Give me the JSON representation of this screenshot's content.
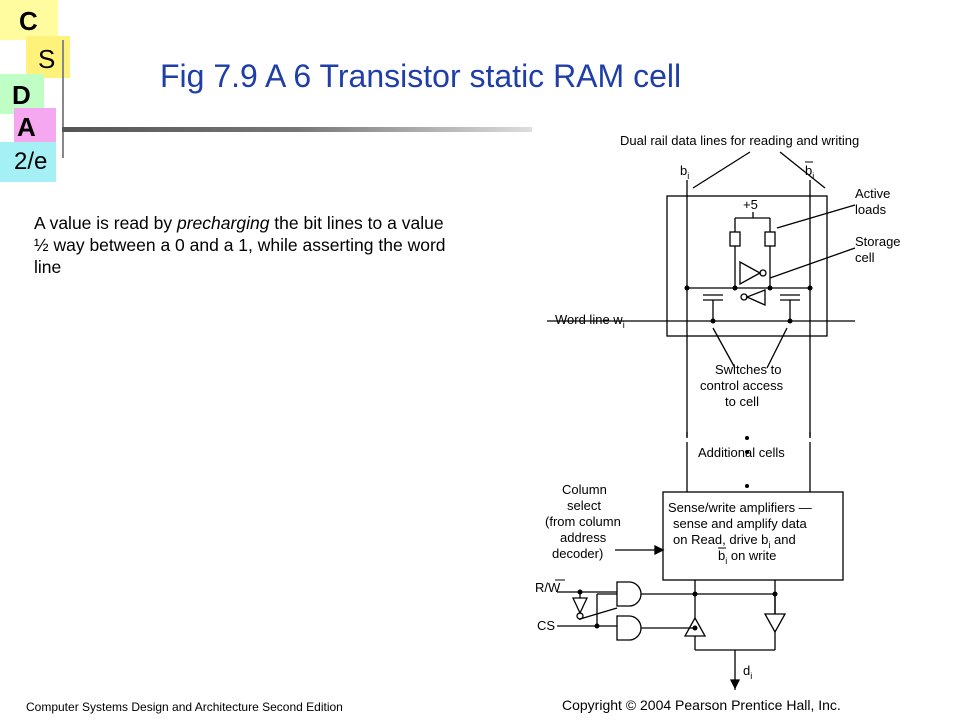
{
  "logo": {
    "letters": [
      "C",
      "S",
      "D",
      "A",
      "2/e"
    ],
    "colors": {
      "c": "#fffca0",
      "s": "#fff27a",
      "d": "#bfffc5",
      "a": "#f5a8f0",
      "e": "#a4f0f5"
    }
  },
  "slide": {
    "title": "Fig 7.9  A 6 Transistor static RAM cell",
    "title_color": "#1f3ea8",
    "body_pre": "A value is read by ",
    "body_em": "precharging",
    "body_post": "  the bit lines to a value ½ way between a 0 and a 1, while asserting the word line",
    "footer": "Computer Systems Design and Architecture Second Edition"
  },
  "diagram": {
    "top_label": "Dual rail data lines for reading and writing",
    "bit_b": "b",
    "bit_sub": "i",
    "plus5": "+5",
    "active_loads": [
      "Active",
      "loads"
    ],
    "storage_cell": [
      "Storage",
      "cell"
    ],
    "word_line": "Word line w",
    "word_sub": "i",
    "switches": [
      "Switches to",
      "control access",
      "to cell"
    ],
    "additional_cells": "Additional cells",
    "column_select": [
      "Column",
      "select",
      "(from column",
      "address",
      "decoder)"
    ],
    "sense_write": [
      "Sense/write amplifiers —",
      "sense and amplify data",
      "on Read, drive b",
      " and",
      "b",
      " on write"
    ],
    "rw": "R/W",
    "cs": "CS",
    "data_out": "d",
    "copyright": "Copyright © 2004 Pearson Prentice Hall, Inc."
  }
}
